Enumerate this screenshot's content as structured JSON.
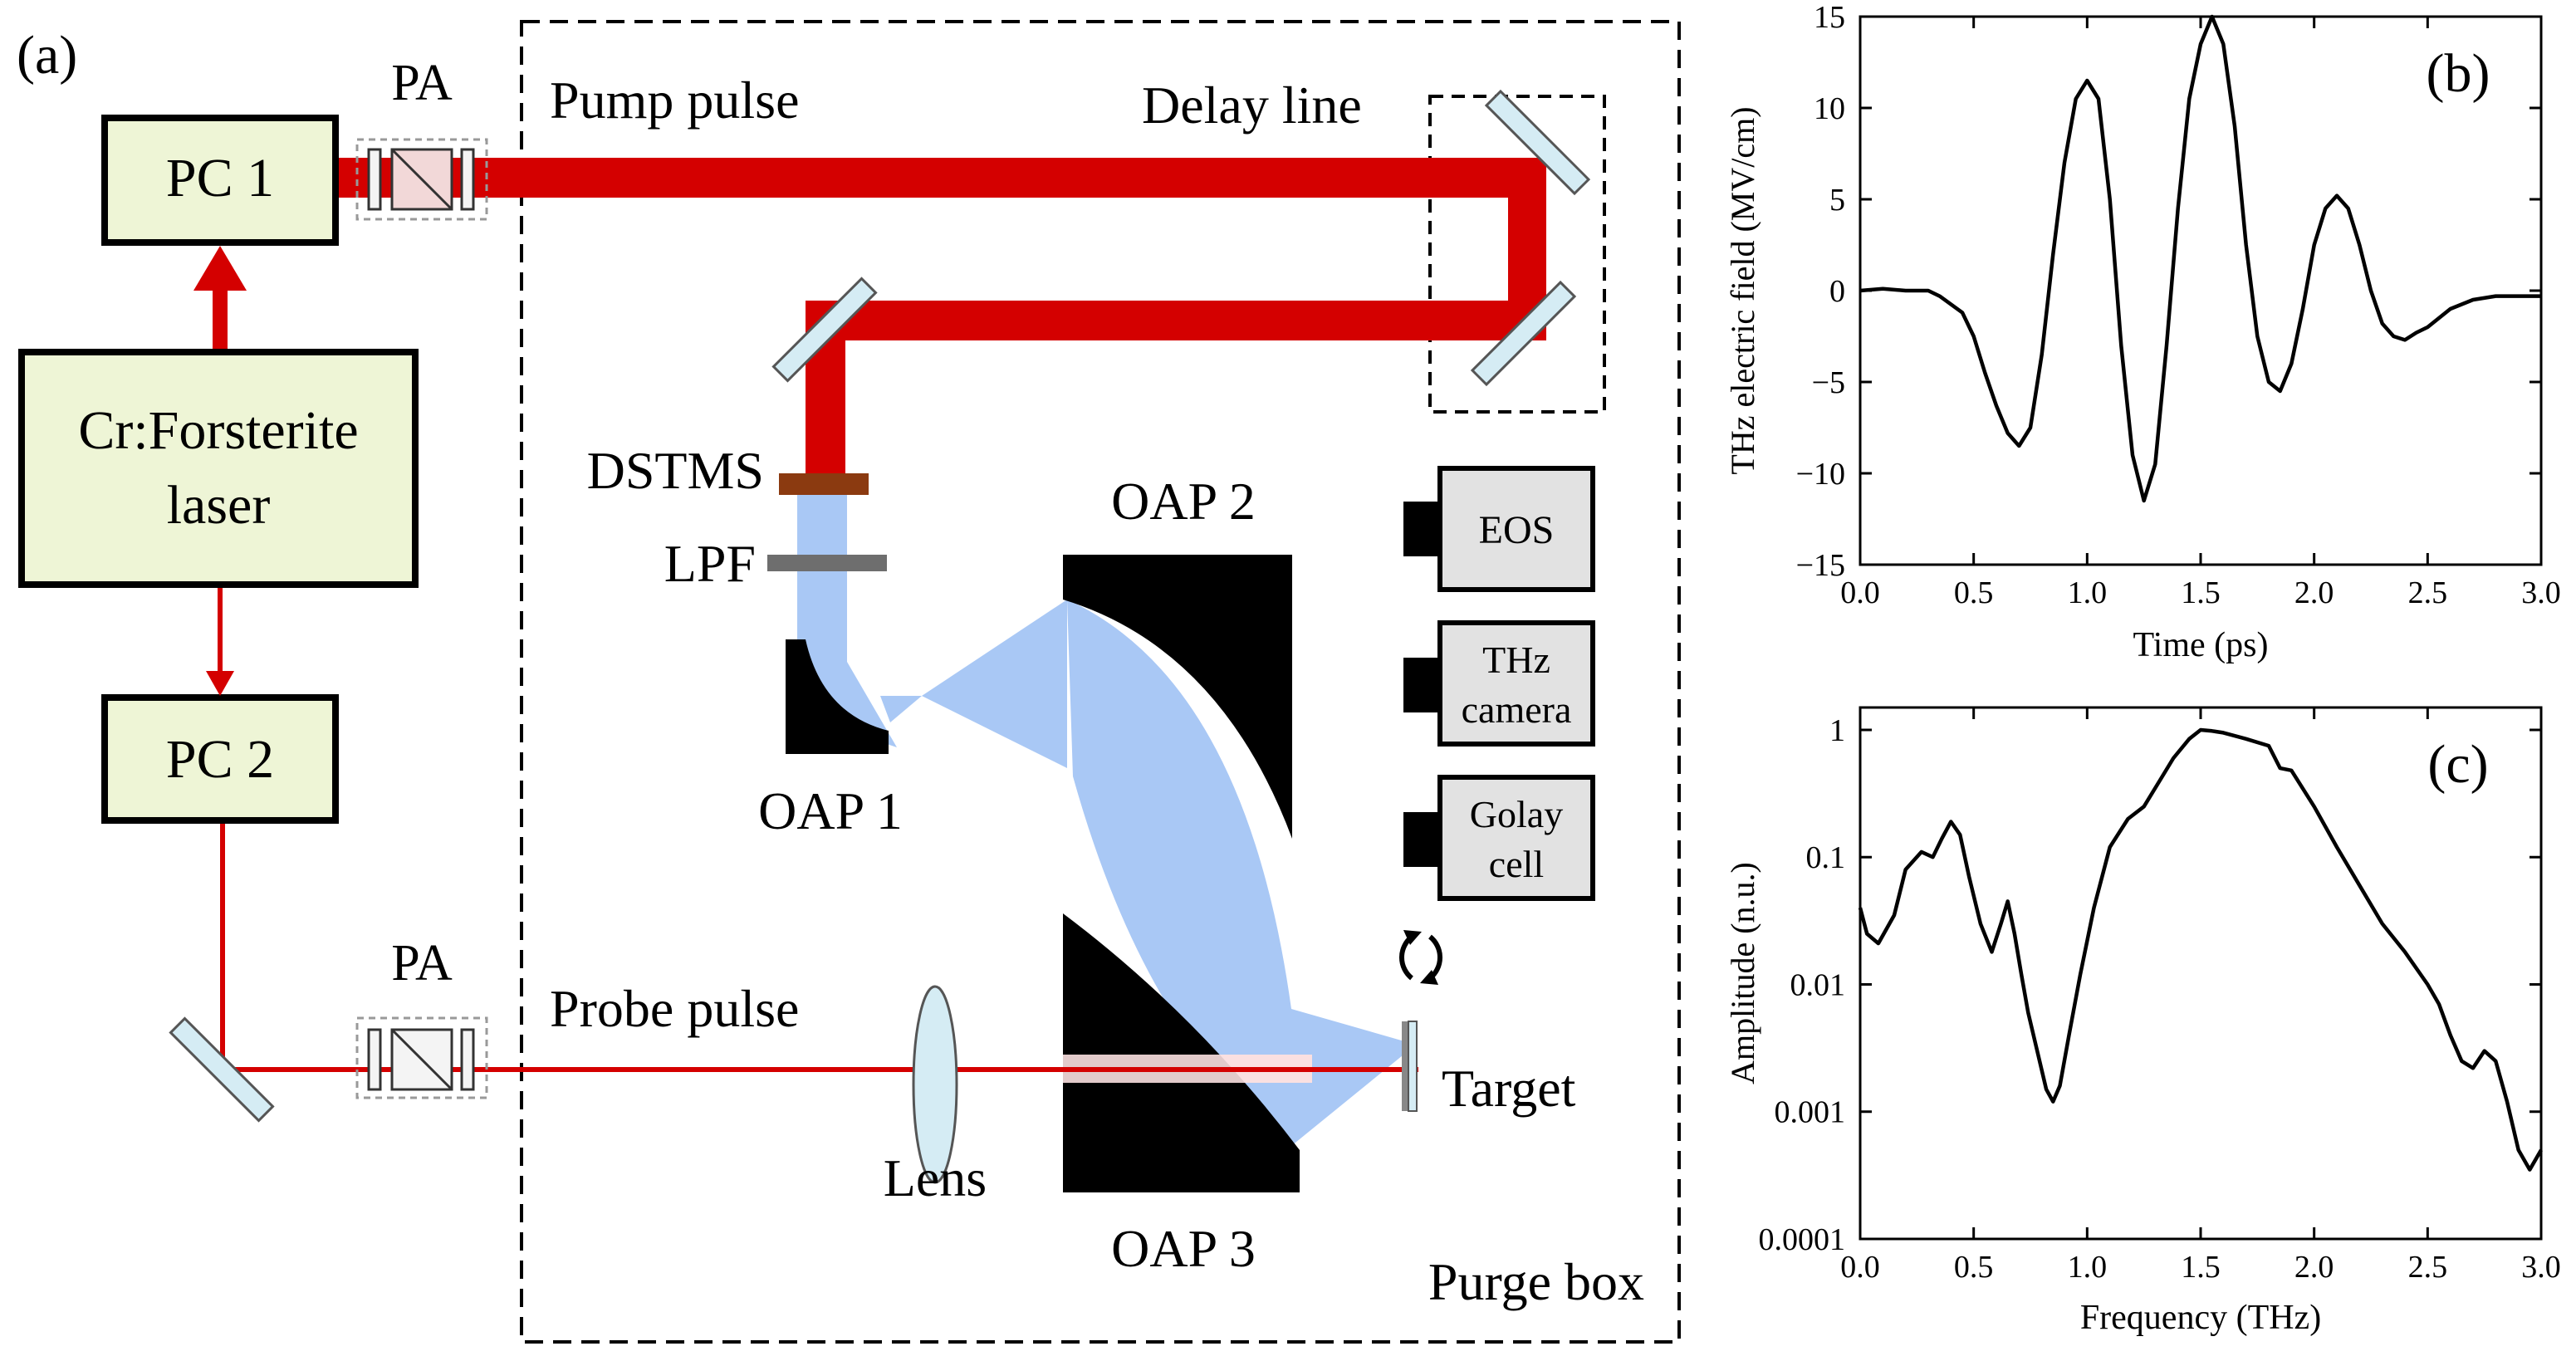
{
  "panel_labels": {
    "a": "(a)",
    "b": "(b)",
    "c": "(c)"
  },
  "setup": {
    "pc1": "PC 1",
    "pc2": "PC 2",
    "laser_line1": "Cr:Forsterite",
    "laser_line2": "laser",
    "pa_top": "PA",
    "pa_bottom": "PA",
    "pump_pulse": "Pump pulse",
    "delay_line": "Delay line",
    "dstms": "DSTMS",
    "lpf": "LPF",
    "oap1": "OAP 1",
    "oap2": "OAP 2",
    "oap3": "OAP 3",
    "eos": "EOS",
    "thz_line1": "THz",
    "thz_line2": "camera",
    "golay_line1": "Golay",
    "golay_line2": "cell",
    "probe_pulse": "Probe pulse",
    "lens": "Lens",
    "target": "Target",
    "purge_box": "Purge box",
    "colors": {
      "beam_red": "#d40000",
      "beam_blue": "#a9c8f5",
      "box_fill": "#eef5d6",
      "detector_fill": "#e2e2e2",
      "mirror_fill": "#d5ecf4",
      "crystal_brown": "#8b3a10",
      "filter_gray": "#6e6e6e"
    }
  },
  "chart_data": [
    {
      "type": "line",
      "xlabel": "Time (ps)",
      "ylabel": "THz electric field (MV/cm)",
      "xlim": [
        0,
        3.0
      ],
      "ylim": [
        -15,
        15
      ],
      "xticks": [
        "0.0",
        "0.5",
        "1.0",
        "1.5",
        "2.0",
        "2.5",
        "3.0"
      ],
      "yticks": [
        "15",
        "10",
        "5",
        "0",
        "−5",
        "−10",
        "−15"
      ],
      "x": [
        0.0,
        0.1,
        0.2,
        0.3,
        0.35,
        0.45,
        0.5,
        0.55,
        0.6,
        0.65,
        0.7,
        0.75,
        0.8,
        0.85,
        0.9,
        0.95,
        1.0,
        1.05,
        1.1,
        1.15,
        1.2,
        1.25,
        1.3,
        1.35,
        1.4,
        1.45,
        1.5,
        1.55,
        1.6,
        1.65,
        1.7,
        1.75,
        1.8,
        1.85,
        1.9,
        1.95,
        2.0,
        2.05,
        2.1,
        2.15,
        2.2,
        2.25,
        2.3,
        2.35,
        2.4,
        2.45,
        2.5,
        2.55,
        2.6,
        2.7,
        2.8,
        2.9,
        3.0
      ],
      "y": [
        0.0,
        0.1,
        0.0,
        0.0,
        -0.3,
        -1.2,
        -2.5,
        -4.5,
        -6.3,
        -7.8,
        -8.5,
        -7.5,
        -3.5,
        2.0,
        7.0,
        10.5,
        11.5,
        10.5,
        5.0,
        -3.0,
        -9.0,
        -11.5,
        -9.5,
        -3.0,
        4.5,
        10.5,
        13.5,
        15.0,
        13.5,
        9.0,
        2.5,
        -2.5,
        -5.0,
        -5.5,
        -4.0,
        -1.0,
        2.5,
        4.5,
        5.2,
        4.5,
        2.5,
        0.0,
        -1.8,
        -2.5,
        -2.7,
        -2.3,
        -2.0,
        -1.5,
        -1.0,
        -0.5,
        -0.3,
        -0.3,
        -0.3
      ]
    },
    {
      "type": "line",
      "xlabel": "Frequency (THz)",
      "ylabel": "Amplitude (n.u.)",
      "xlim": [
        0,
        3.0
      ],
      "ylim": [
        0.0001,
        1.5
      ],
      "yscale": "log",
      "xticks": [
        "0.0",
        "0.5",
        "1.0",
        "1.5",
        "2.0",
        "2.5",
        "3.0"
      ],
      "yticks": [
        "1",
        "0.1",
        "0.01",
        "0.001",
        "0.0001"
      ],
      "x": [
        0.0,
        0.03,
        0.08,
        0.15,
        0.2,
        0.27,
        0.32,
        0.36,
        0.4,
        0.44,
        0.48,
        0.53,
        0.58,
        0.62,
        0.65,
        0.68,
        0.71,
        0.74,
        0.78,
        0.82,
        0.85,
        0.88,
        0.92,
        0.97,
        1.03,
        1.1,
        1.18,
        1.25,
        1.32,
        1.38,
        1.45,
        1.5,
        1.55,
        1.6,
        1.7,
        1.8,
        1.85,
        1.9,
        2.0,
        2.1,
        2.2,
        2.3,
        2.4,
        2.5,
        2.55,
        2.6,
        2.65,
        2.7,
        2.75,
        2.8,
        2.85,
        2.9,
        2.95,
        3.0
      ],
      "y": [
        0.04,
        0.025,
        0.021,
        0.035,
        0.08,
        0.11,
        0.1,
        0.14,
        0.19,
        0.15,
        0.07,
        0.03,
        0.018,
        0.03,
        0.045,
        0.025,
        0.012,
        0.006,
        0.003,
        0.0015,
        0.0012,
        0.0016,
        0.004,
        0.012,
        0.04,
        0.12,
        0.2,
        0.25,
        0.4,
        0.6,
        0.85,
        1.0,
        0.98,
        0.95,
        0.85,
        0.75,
        0.5,
        0.48,
        0.25,
        0.12,
        0.06,
        0.03,
        0.018,
        0.01,
        0.007,
        0.004,
        0.0025,
        0.0022,
        0.003,
        0.0025,
        0.0012,
        0.0005,
        0.00035,
        0.0005
      ]
    }
  ]
}
